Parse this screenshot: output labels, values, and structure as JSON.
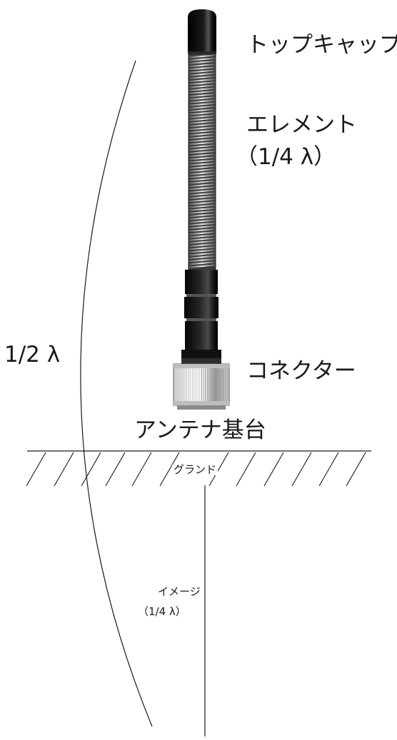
{
  "labels": {
    "top_cap": "トップキャップ",
    "element_line1": "エレメント",
    "element_line2": "（1/4 λ）",
    "connector": "コネクター",
    "base": "アンテナ基台",
    "ground": "グランド",
    "image_line1": "イメージ",
    "image_line2": "（1/4 λ）",
    "half_wave": "1/2 λ"
  },
  "colors": {
    "line": "#1a1a1a",
    "cap": "#111111",
    "spring": "#9a9a9a",
    "connector_body": "#1e1e1e",
    "nut": "#e6e6e6"
  }
}
